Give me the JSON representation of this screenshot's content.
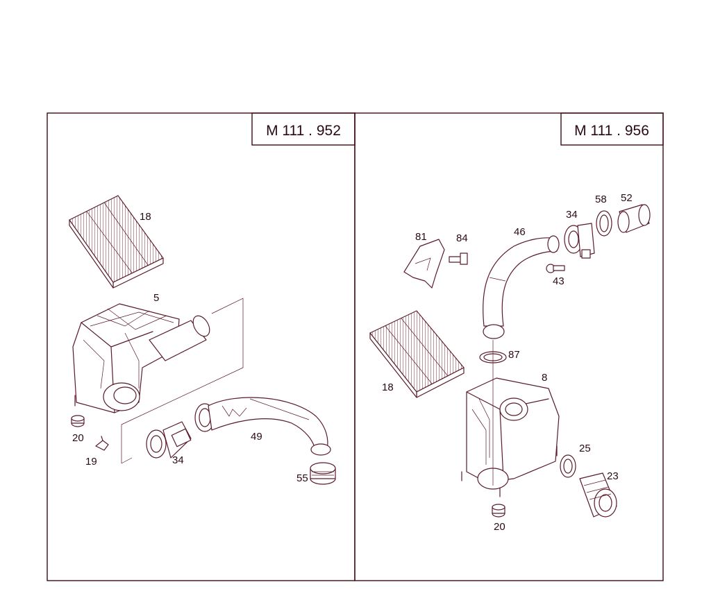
{
  "panels": [
    {
      "model_label": "M 111 . 952",
      "callouts": [
        "18",
        "5",
        "20",
        "19",
        "34",
        "49",
        "55"
      ]
    },
    {
      "model_label": "M 111 . 956",
      "callouts": [
        "81",
        "84",
        "46",
        "34",
        "58",
        "52",
        "43",
        "87",
        "18",
        "8",
        "25",
        "23",
        "20"
      ]
    }
  ],
  "colors": {
    "line": "#5a1a2a",
    "frame": "#3a0a14",
    "text": "#2a0a12"
  }
}
